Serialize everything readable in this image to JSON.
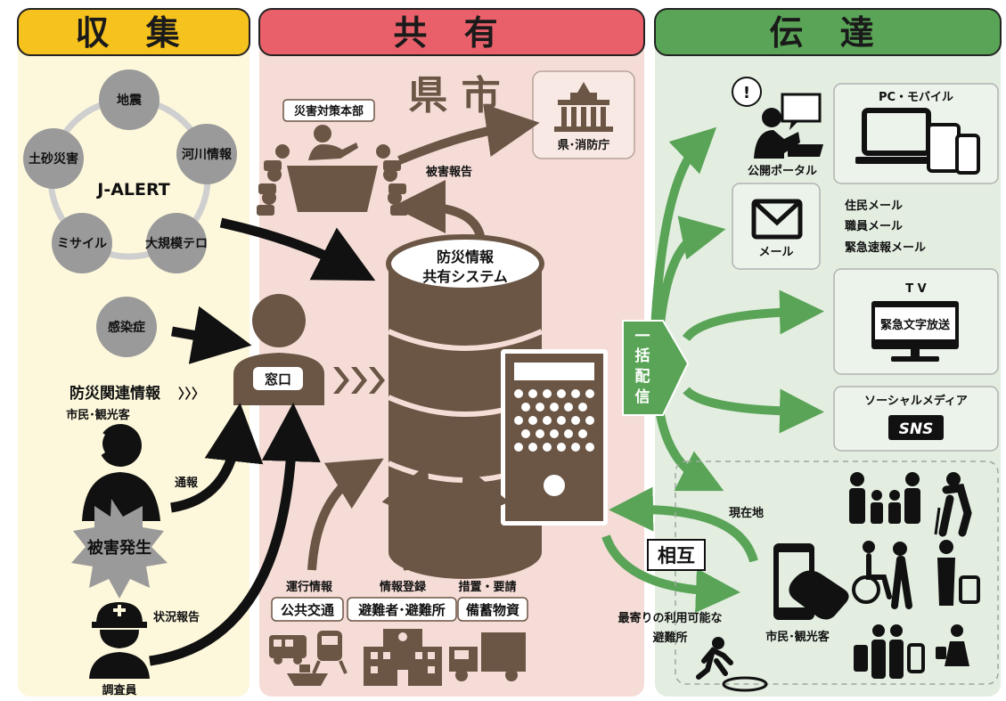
{
  "headers": {
    "collect": "収 集",
    "share": "共 有",
    "deliver": "伝 達"
  },
  "jalert": {
    "title": "J-ALERT",
    "items": [
      "地震",
      "河川情報",
      "大規模テロ",
      "ミサイル",
      "土砂災害"
    ]
  },
  "collect": {
    "infection": "感染症",
    "related": "防災関連情報",
    "related_arrows": "〉〉〉",
    "citizens": "市民･観光客",
    "report": "通報",
    "damage": "被害発生",
    "status_report": "状況報告",
    "investigator": "調査員",
    "window": "窓口"
  },
  "share": {
    "pref_city": "県 市",
    "hq": "災害対策本部",
    "damage_report": "被害報告",
    "fire_agency": "県･消防庁",
    "system_line1": "防災情報",
    "system_line2": "共有システム",
    "sub1_small": "運行情報",
    "sub1_box": "公共交通",
    "sub2_small": "情報登録",
    "sub2_box": "避難者･避難所",
    "sub3_small": "措置・要請",
    "sub3_box": "備蓄物資"
  },
  "deliver": {
    "bulk": [
      "一",
      "括",
      "配",
      "信"
    ],
    "portal": "公開ポータル",
    "pc_mobile": "PC・モバイル",
    "mail": "メール",
    "mail_items": [
      "住民メール",
      "職員メール",
      "緊急速報メール"
    ],
    "tv": "T V",
    "tv_screen": "緊急文字放送",
    "social": "ソーシャルメディア",
    "sns": "SNS",
    "location": "現在地",
    "mutual": "相互",
    "nearest_line1": "最寄りの利用可能な",
    "nearest_line2": "避難所",
    "citizens": "市民･観光客"
  },
  "colors": {
    "collect_header": "#f6c21e",
    "share_header": "#e9606a",
    "deliver_header": "#5aa457",
    "collect_bg": "#fdf8dc",
    "share_bg": "#f5dcd6",
    "deliver_bg": "#e3eee1",
    "system_brown": "#6b5545",
    "green_arrow": "#5aa457"
  },
  "icons": [
    "meeting-icon",
    "government-building-icon",
    "database-icon",
    "server-icon",
    "person-icon",
    "phone-caller-icon",
    "worker-icon",
    "laptop-icon",
    "pc-mobile-icon",
    "mail-icon",
    "tv-icon",
    "smartphone-touch-icon",
    "bus-icon",
    "train-icon",
    "ship-icon",
    "school-icon",
    "truck-icon",
    "family-icon",
    "elderly-icon",
    "wheelchair-icon",
    "traveler-icon",
    "runner-icon"
  ]
}
